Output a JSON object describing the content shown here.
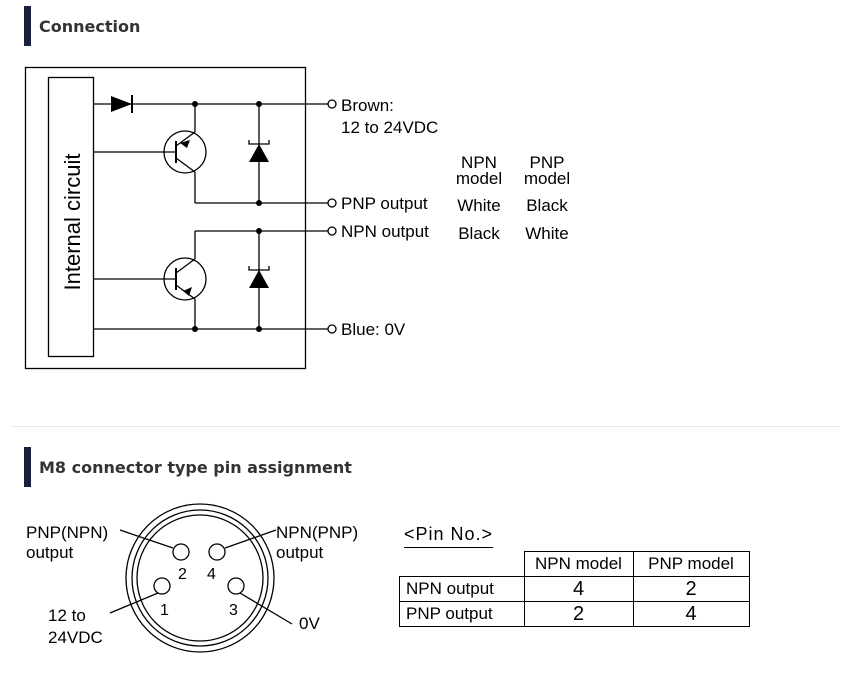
{
  "sections": {
    "connection_title": "Connection",
    "m8_title": "M8 connector type pin assignment"
  },
  "circuit": {
    "internal_label": "Internal circuit",
    "brown_line1": "Brown:",
    "brown_line2": "12 to 24VDC",
    "pnp_output": "PNP output",
    "npn_output": "NPN output",
    "blue": "Blue: 0V",
    "col_npn_1": "NPN",
    "col_npn_2": "model",
    "col_pnp_1": "PNP",
    "col_pnp_2": "model",
    "pnp_row_npn_color": "White",
    "pnp_row_pnp_color": "Black",
    "npn_row_npn_color": "Black",
    "npn_row_pnp_color": "White"
  },
  "connector": {
    "left_top_1": "PNP(NPN)",
    "left_top_2": "output",
    "right_top_1": "NPN(PNP)",
    "right_top_2": "output",
    "left_bottom_1": "12 to",
    "left_bottom_2": "24VDC",
    "right_bottom": "0V",
    "pin2": "2",
    "pin4": "4",
    "pin1": "1",
    "pin3": "3"
  },
  "pin_table": {
    "title": "<Pin No.>",
    "headers": [
      "NPN model",
      "PNP model"
    ],
    "rows": [
      {
        "label": "NPN output",
        "npn": "4",
        "pnp": "2"
      },
      {
        "label": "PNP output",
        "npn": "2",
        "pnp": "4"
      }
    ]
  }
}
